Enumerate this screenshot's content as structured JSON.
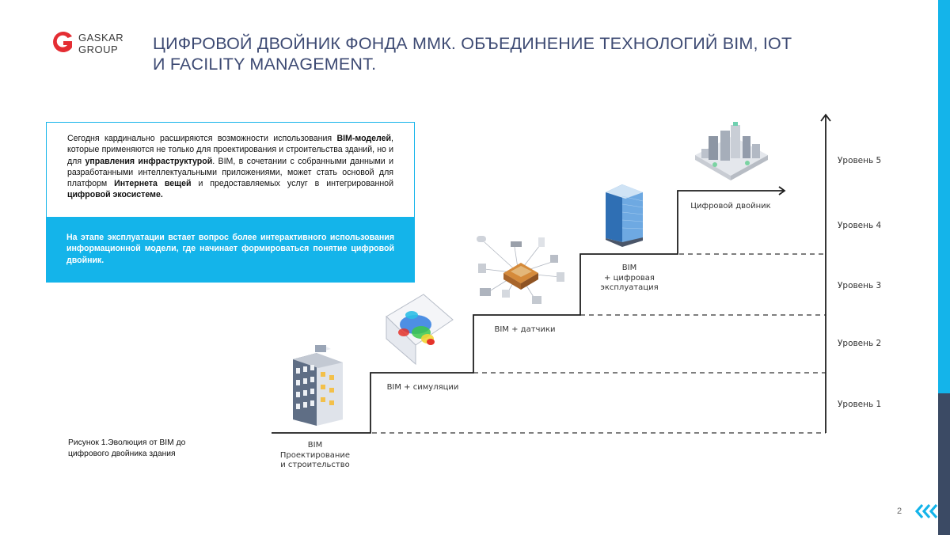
{
  "logo": {
    "line1": "GASKAR",
    "line2": "GROUP",
    "color": "#e42d33"
  },
  "title": {
    "line1": "Цифровой двойник фонда ММК. Объединение технологий BIM, IoT",
    "line2": "и Facility management."
  },
  "box1": {
    "t1": "Сегодня кардинально расширяются возможности использования ",
    "b1": "BIM-моделей",
    "t2": ", которые применяются не только для проектирования и строительства зданий, но и для ",
    "b2": "управления инфраструктурой",
    "t3": ". BIM, в сочетании с собранными данными и разработанными интеллектуальными приложениями, может стать основой для платформ ",
    "b3": "Интернета вещей",
    "t4": " и предоставляемых услуг в интегрированной ",
    "b4": "цифровой экосистеме."
  },
  "box2": {
    "text": "На этапе эксплуатации встает вопрос более интерактивного использования информационной модели, где начинает формироваться понятие цифровой двойник."
  },
  "caption": {
    "line1": "Рисунок 1.Эволюция от BIM до",
    "line2": "цифрового двойника здания"
  },
  "levels": [
    "Уровень 5",
    "Уровень 4",
    "Уровень 3",
    "Уровень 2",
    "Уровень 1"
  ],
  "stages": {
    "s1": {
      "line1": "BIM",
      "line2": "Проектирование",
      "line3": "и строительство"
    },
    "s2": "BIM + симуляции",
    "s3": "BIM + датчики",
    "s4": {
      "line1": "BIM",
      "line2": "+ цифровая",
      "line3": "эксплуатация"
    },
    "s5": "Цифровой двойник"
  },
  "page_number": "2",
  "colors": {
    "accent": "#14b4ea",
    "dark": "#3b4a64",
    "title": "#3d4a73"
  },
  "icons": [
    "logo-icon",
    "building-icon",
    "simulation-icon",
    "iot-sensors-icon",
    "skyscraper-icon",
    "city-icon",
    "chevrons-left-icon"
  ]
}
